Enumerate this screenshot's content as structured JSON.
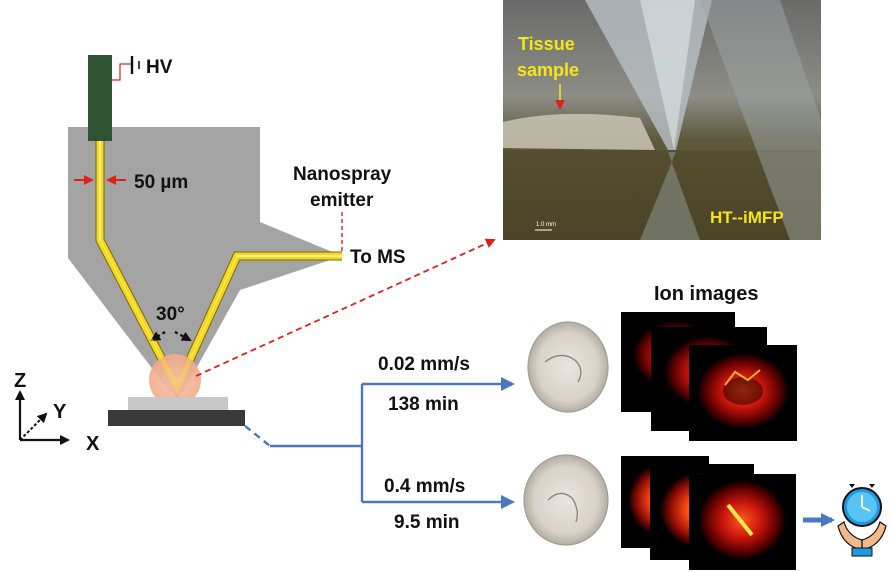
{
  "labels": {
    "hv": "HV",
    "width": "50 µm",
    "nanospray_line1": "Nanospray",
    "nanospray_line2": "emitter",
    "to_ms": "To MS",
    "angle": "30°",
    "axis_z": "Z",
    "axis_y": "Y",
    "axis_x": "X",
    "tissue_line1": "Tissue",
    "tissue_line2": "sample",
    "device": "HT--iMFP",
    "scale_bar": "1.0 mm",
    "ion_images": "Ion images"
  },
  "conditions": [
    {
      "speed": "0.02 mm/s",
      "time": "138 min"
    },
    {
      "speed": "0.4 mm/s",
      "time": "9.5 min"
    }
  ],
  "colors": {
    "probe_body": "#a4a4a4",
    "channel": "#f0d21a",
    "hv_electrode": "#2f5230",
    "red_arrow": "#e0201c",
    "blue_arrow": "#4a78c0",
    "stage_top": "#c8c8c8",
    "stage_base": "#3a3a3a"
  },
  "icons": [
    "clock-icon",
    "hands-icon",
    "ground-icon"
  ]
}
